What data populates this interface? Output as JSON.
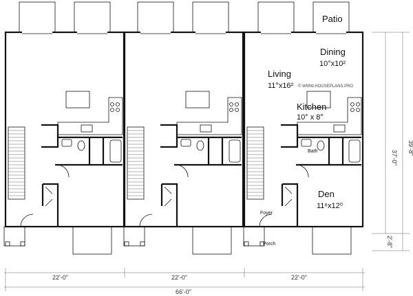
{
  "rooms": {
    "patio": "Patio",
    "dining": "Dining",
    "dining_size": "10°x10²",
    "living": "Living",
    "living_size": "11°x16²",
    "kitchen": "Kitchen",
    "kitchen_size": "10° x 8°",
    "bath": "Bath",
    "den": "Den",
    "den_size": "11⁶x12⁰",
    "foyer": "Foyer",
    "porch": "Porch"
  },
  "watermark": "© WWW.HOUSEPLANS.PRO",
  "dimensions": {
    "unit_width_1": "22'-0\"",
    "unit_width_2": "22'-0\"",
    "unit_width_3": "22'-0\"",
    "total_width": "66'-0\"",
    "depth_main": "37'-0\"",
    "depth_total": "39'-8\"",
    "porch_depth": "2'-8\""
  }
}
